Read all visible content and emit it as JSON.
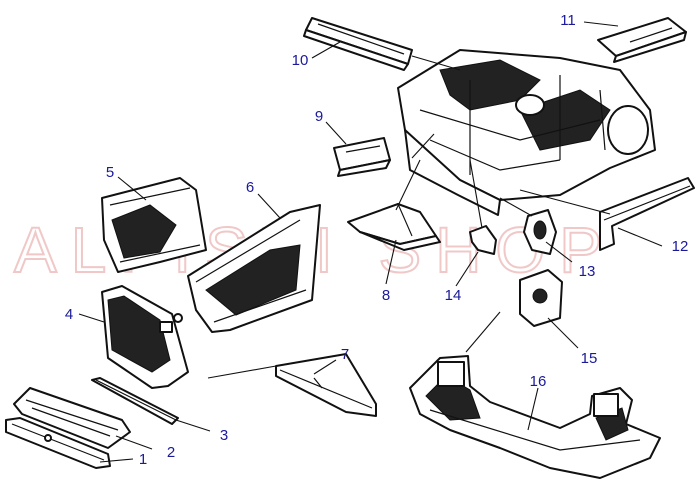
{
  "watermark": "ALFISTI SHOP",
  "colors": {
    "label": "#1a1a9a",
    "line": "#111111",
    "watermark": "#f0c8c8"
  },
  "callouts": [
    {
      "number": "1"
    },
    {
      "number": "2"
    },
    {
      "number": "3"
    },
    {
      "number": "4"
    },
    {
      "number": "5"
    },
    {
      "number": "6"
    },
    {
      "number": "7"
    },
    {
      "number": "8"
    },
    {
      "number": "9"
    },
    {
      "number": "10"
    },
    {
      "number": "11"
    },
    {
      "number": "12"
    },
    {
      "number": "13"
    },
    {
      "number": "14"
    },
    {
      "number": "15"
    },
    {
      "number": "16"
    }
  ]
}
